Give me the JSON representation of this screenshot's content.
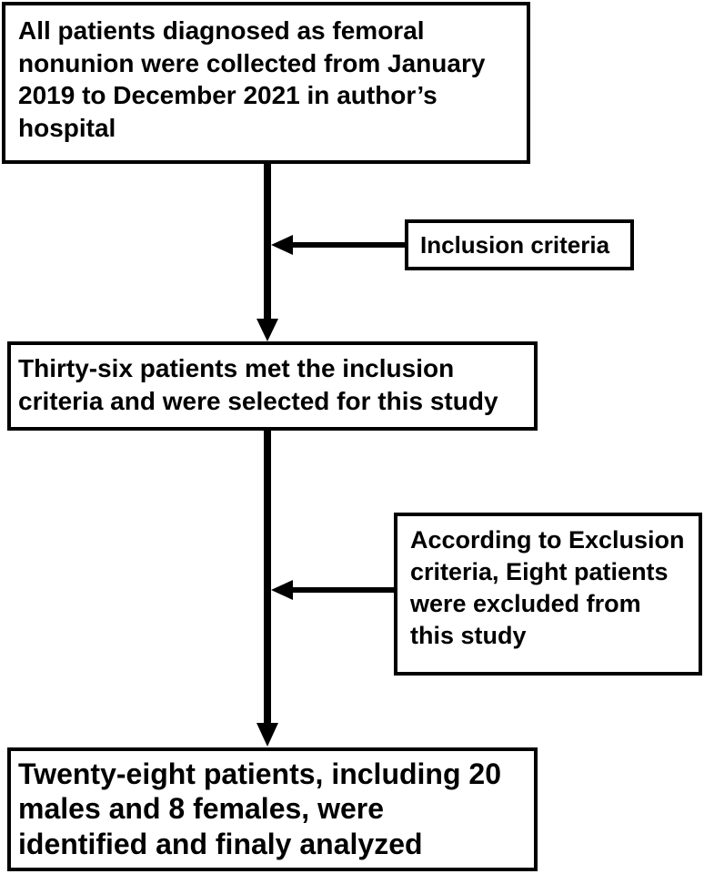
{
  "flowchart": {
    "step1": "All patients diagnosed as femoral\nnonunion were collected from January\n2019 to December 2021 in author’s\nhospital",
    "inclusion_criteria": "Inclusion criteria",
    "step2": "Thirty-six patients met the inclusion\ncriteria and were selected for this study",
    "exclusion": "According to Exclusion\ncriteria, Eight patients\nwere excluded from\nthis study",
    "step3": "Twenty-eight patients, including 20\nmales and 8 females, were\nidentified and finaly analyzed"
  },
  "colors": {
    "line": "#000000",
    "background": "#ffffff"
  }
}
